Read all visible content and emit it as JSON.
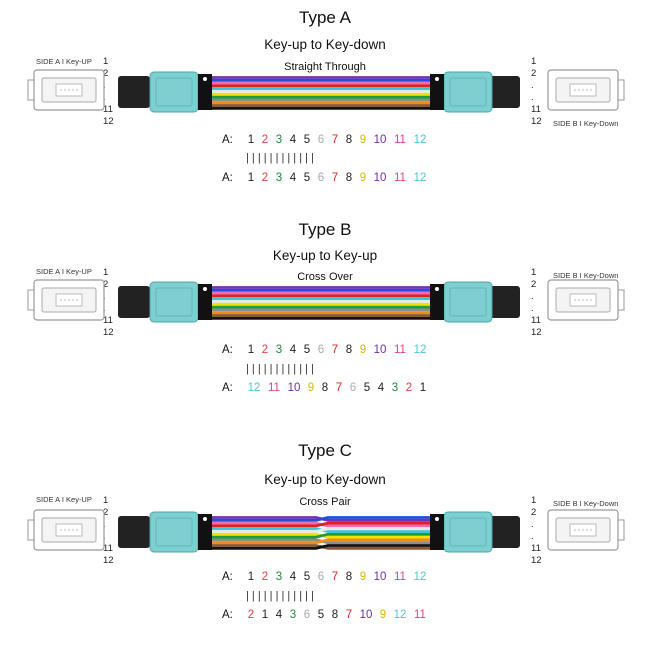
{
  "panels": [
    {
      "title": "Type A",
      "subtitle": "Key-up to Key-down",
      "mode": "Straight Through",
      "left_side": "SIDE A I Key-UP",
      "right_side": "SIDE B I Key-Down",
      "pins_left": [
        "1",
        "2",
        ".",
        ".",
        "11",
        "12"
      ],
      "pins_right": [
        "1",
        "2",
        ".",
        ".",
        "11",
        "12"
      ],
      "row_a_label": "A:",
      "row_b_label": "A:",
      "row_a": [
        "1",
        "2",
        "3",
        "4",
        "5",
        "6",
        "7",
        "8",
        "9",
        "10",
        "11",
        "12"
      ],
      "row_b": [
        "1",
        "2",
        "3",
        "4",
        "5",
        "6",
        "7",
        "8",
        "9",
        "10",
        "11",
        "12"
      ],
      "bars": "| | | | | | | | | | | |"
    },
    {
      "title": "Type B",
      "subtitle": "Key-up to Key-up",
      "mode": "Cross Over",
      "left_side": "SIDE A I Key-UP",
      "right_side": "SIDE B I Key-Down",
      "pins_left": [
        "1",
        "2",
        ".",
        ".",
        "11",
        "12"
      ],
      "pins_right": [
        "1",
        "2",
        ".",
        ".",
        "11",
        "12"
      ],
      "row_a_label": "A:",
      "row_b_label": "A:",
      "row_a": [
        "1",
        "2",
        "3",
        "4",
        "5",
        "6",
        "7",
        "8",
        "9",
        "10",
        "11",
        "12"
      ],
      "row_b": [
        "12",
        "11",
        "10",
        "9",
        "8",
        "7",
        "6",
        "5",
        "4",
        "3",
        "2",
        "1"
      ],
      "bars": "| | | | | | | | | | | |"
    },
    {
      "title": "Type C",
      "subtitle": "Key-up to Key-down",
      "mode": "Cross Pair",
      "left_side": "SIDE A I Key-UP",
      "right_side": "SIDE B I Key-Down",
      "pins_left": [
        "1",
        "2",
        ".",
        ".",
        "11",
        "12"
      ],
      "pins_right": [
        "1",
        "2",
        ".",
        ".",
        "11",
        "12"
      ],
      "row_a_label": "A:",
      "row_b_label": "A:",
      "row_a": [
        "1",
        "2",
        "3",
        "4",
        "5",
        "6",
        "7",
        "8",
        "9",
        "10",
        "11",
        "12"
      ],
      "row_b": [
        "2",
        "1",
        "4",
        "3",
        "6",
        "5",
        "8",
        "7",
        "10",
        "9",
        "12",
        "11"
      ],
      "bars": "| | | | | | | | | | | |"
    }
  ],
  "fiber_colors": {
    "1": "#1f4fd8",
    "2": "#f08a1c",
    "3": "#1d9e3a",
    "4": "#8a5a2b",
    "5": "#8c8c8c",
    "6": "#e8e8e8",
    "7": "#d9261c",
    "8": "#111111",
    "9": "#f2e200",
    "10": "#7b2fb5",
    "11": "#f06bb0",
    "12": "#39c8d6"
  },
  "number_colors": {
    "1": "#222222",
    "2": "#e23c3c",
    "3": "#1d8a3a",
    "4": "#222222",
    "5": "#222222",
    "6": "#aaaaaa",
    "7": "#d9261c",
    "8": "#222222",
    "9": "#d4b800",
    "10": "#6b2fa5",
    "11": "#e0408a",
    "12": "#4fc4d0"
  },
  "connector_color": "#7fcfd0",
  "boot_color": "#222222"
}
